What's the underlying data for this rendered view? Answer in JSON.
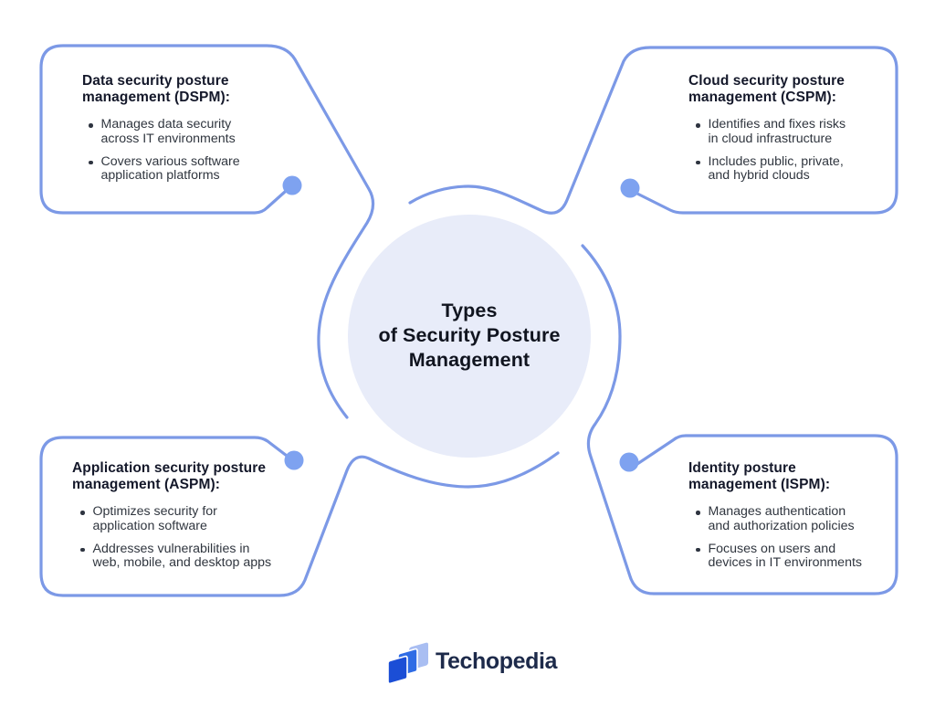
{
  "center": {
    "title_lines": [
      "Types",
      "of Security Posture",
      "Management"
    ]
  },
  "cards": [
    {
      "id": "dspm",
      "title_lines": [
        "Data security posture",
        "management (DSPM):"
      ],
      "bullets": [
        {
          "lines": [
            "Manages data security",
            "across IT environments"
          ]
        },
        {
          "lines": [
            "Covers various software",
            "application platforms"
          ]
        }
      ]
    },
    {
      "id": "cspm",
      "title_lines": [
        "Cloud security posture",
        "management (CSPM):"
      ],
      "bullets": [
        {
          "lines": [
            "Identifies and fixes risks",
            "in cloud infrastructure"
          ]
        },
        {
          "lines": [
            "Includes public, private,",
            "and hybrid clouds"
          ]
        }
      ]
    },
    {
      "id": "aspm",
      "title_lines": [
        "Application security posture",
        "management (ASPM):"
      ],
      "bullets": [
        {
          "lines": [
            "Optimizes security for",
            "application software"
          ]
        },
        {
          "lines": [
            "Addresses vulnerabilities in",
            "web, mobile, and desktop apps"
          ]
        }
      ]
    },
    {
      "id": "ispm",
      "title_lines": [
        "Identity posture",
        "management (ISPM):"
      ],
      "bullets": [
        {
          "lines": [
            "Manages authentication",
            "and authorization policies"
          ]
        },
        {
          "lines": [
            "Focuses on users and",
            "devices in IT environments"
          ]
        }
      ]
    }
  ],
  "logo": {
    "text": "Techopedia"
  },
  "colors": {
    "background": "#ffffff",
    "line": "#7c99e6",
    "connector_dot": "#7ea2f0",
    "circle_fill": "#e8ecf9",
    "heading_text": "#14182a",
    "body_text": "#30363f",
    "logo_navy": "#1d2a4a",
    "logo_blue_dark": "#1b4ed6",
    "logo_blue_mid": "#2f6ce5",
    "logo_blue_light": "#a9bef2"
  }
}
